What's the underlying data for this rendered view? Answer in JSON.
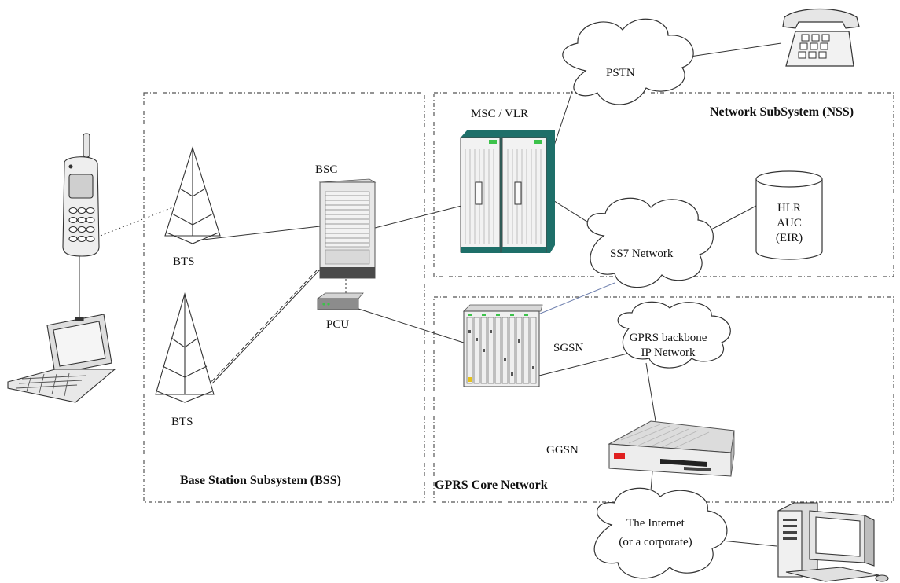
{
  "regions": {
    "nss": "Network SubSystem (NSS)",
    "bss": "Base Station Subsystem (BSS)",
    "gprs": "GPRS Core Network"
  },
  "nodes": {
    "pstn": "PSTN",
    "msc_vlr": "MSC / VLR",
    "bsc": "BSC",
    "bts_top": "BTS",
    "bts_bottom": "BTS",
    "pcu": "PCU",
    "sgsn": "SGSN",
    "ss7": "SS7 Network",
    "hlr": "HLR",
    "auc": "AUC",
    "eir": "(EIR)",
    "gprs_backbone_1": "GPRS backbone",
    "gprs_backbone_2": "IP Network",
    "ggsn": "GGSN",
    "internet_1": "The Internet",
    "internet_2": "(or a corporate)"
  },
  "colors": {
    "rack_teal": "#1e6f69",
    "led_green": "#3cc24a",
    "led_red": "#e02020"
  },
  "icons": [
    "telephone-icon",
    "mobile-phone-icon",
    "laptop-icon",
    "desktop-computer-icon"
  ]
}
